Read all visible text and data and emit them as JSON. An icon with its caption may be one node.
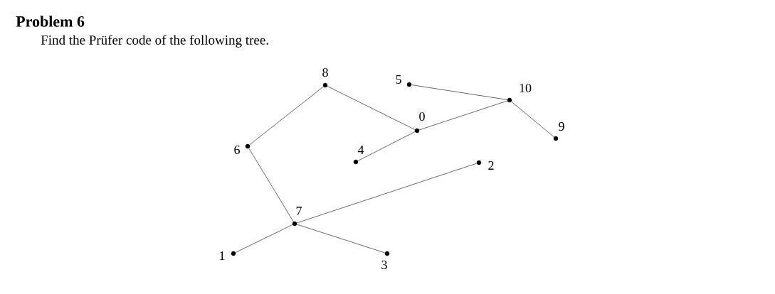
{
  "diagram": {
    "title": "Problem 6",
    "nodes": [
      {
        "text": [],
        "shape": "circle",
        "beside": [
          "8"
        ]
      },
      {
        "text": [],
        "shape": "circle",
        "beside": [
          "5"
        ]
      },
      {
        "text": [],
        "shape": "circle",
        "beside": [
          "10"
        ]
      },
      {
        "text": [],
        "shape": "circle",
        "beside": [
          "0"
        ]
      },
      {
        "text": [],
        "shape": "circle",
        "beside": [
          "9"
        ]
      },
      {
        "text": [],
        "shape": "circle",
        "beside": [
          "6"
        ]
      },
      {
        "text": [],
        "shape": "circle",
        "beside": [
          "4"
        ]
      },
      {
        "text": [],
        "shape": "circle",
        "beside": [
          "2"
        ]
      },
      {
        "text": [],
        "shape": "circle",
        "beside": [
          "7"
        ]
      },
      {
        "text": [],
        "shape": "circle",
        "beside": [
          "1"
        ]
      },
      {
        "text": [],
        "shape": "circle",
        "beside": [
          "3"
        ]
      }
    ],
    "edges": [
      {
        "from": 0,
        "to": 5,
        "arrow": "none"
      },
      {
        "from": 0,
        "to": 3,
        "arrow": "none"
      },
      {
        "from": 1,
        "to": 2,
        "arrow": "none"
      },
      {
        "from": 2,
        "to": 3,
        "arrow": "none"
      },
      {
        "from": 2,
        "to": 4,
        "arrow": "none"
      },
      {
        "from": 3,
        "to": 6,
        "arrow": "none"
      },
      {
        "from": 5,
        "to": 8,
        "arrow": "none"
      },
      {
        "from": 8,
        "to": 7,
        "arrow": "none"
      },
      {
        "from": 8,
        "to": 9,
        "arrow": "none"
      },
      {
        "from": 8,
        "to": 10,
        "arrow": "none"
      }
    ],
    "labels": [
      "Find the Prüfer code of the following tree."
    ]
  }
}
